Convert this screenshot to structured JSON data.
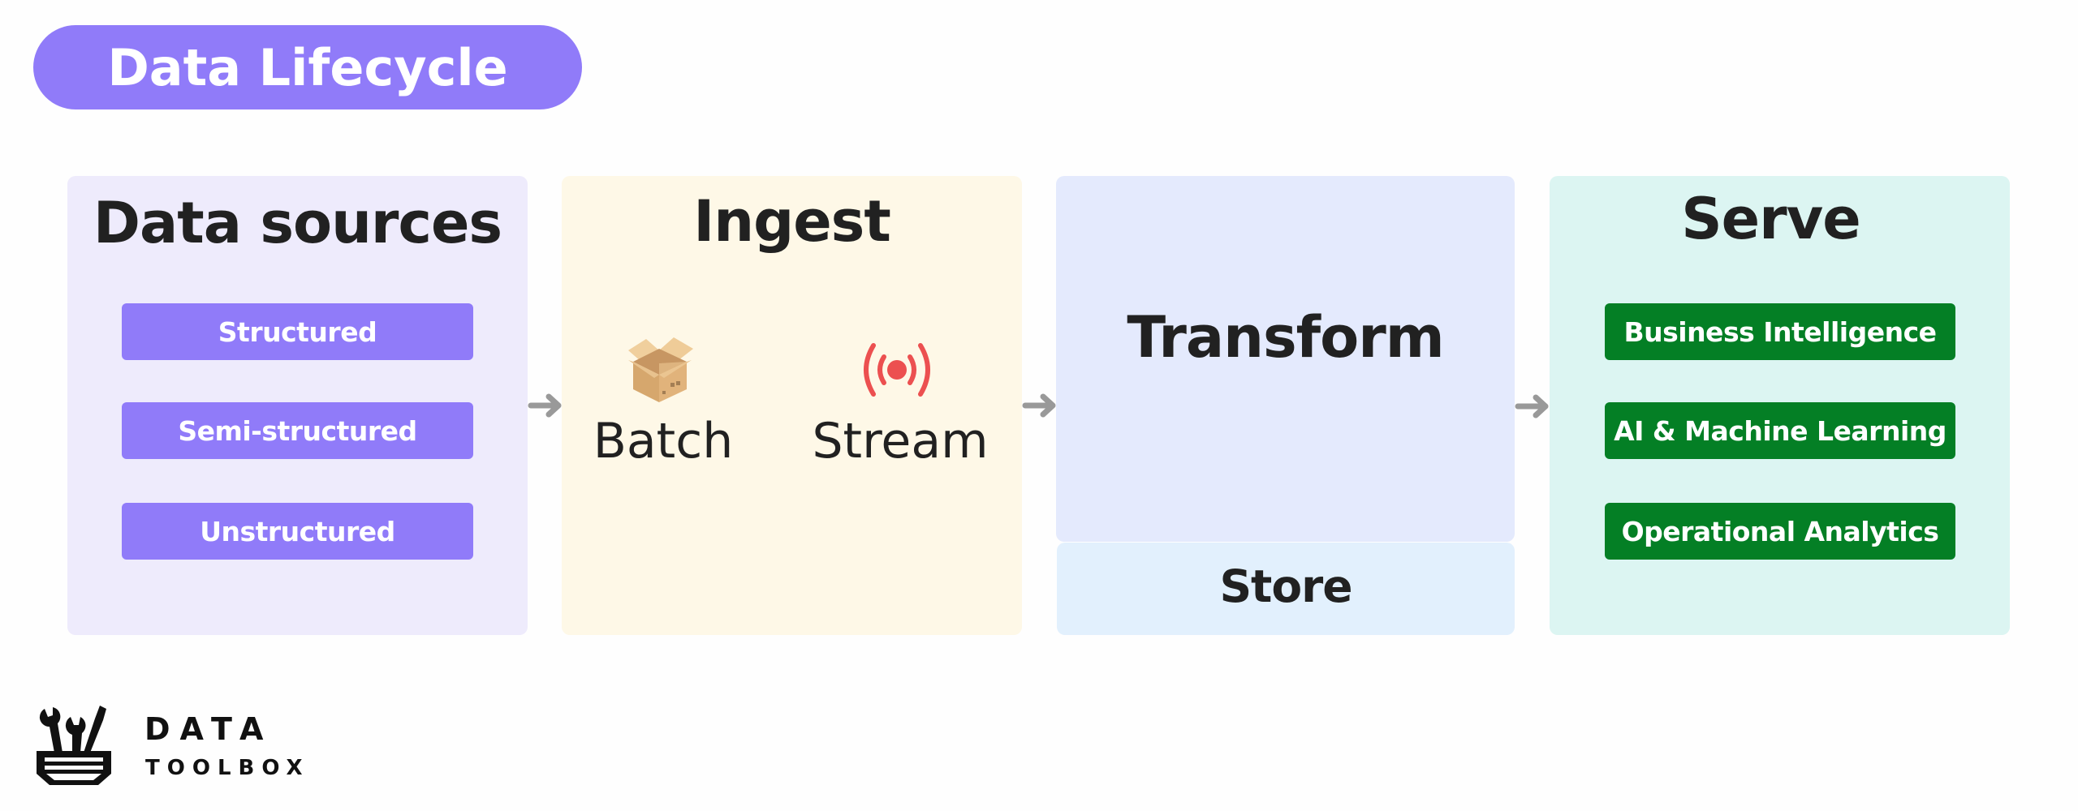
{
  "title": "Data Lifecycle",
  "colors": {
    "accent_purple": "#907bf9",
    "serve_green": "#047f25",
    "stream_red": "#ec5050",
    "arrow_gray": "#999999",
    "sources_bg": "#eeebfc",
    "ingest_bg": "#fef8e7",
    "transform_bg": "#e4eafd",
    "store_bg": "#e2f0fd",
    "serve_bg": "#dcf5f2"
  },
  "stages": {
    "sources": {
      "heading": "Data sources",
      "items": [
        "Structured",
        "Semi-structured",
        "Unstructured"
      ]
    },
    "ingest": {
      "heading": "Ingest",
      "modes": [
        {
          "label": "Batch",
          "icon": "open-box-icon"
        },
        {
          "label": "Stream",
          "icon": "broadcast-icon"
        }
      ]
    },
    "transform": {
      "heading": "Transform"
    },
    "store": {
      "heading": "Store"
    },
    "serve": {
      "heading": "Serve",
      "items": [
        "Business Intelligence",
        "AI & Machine Learning",
        "Operational Analytics"
      ]
    }
  },
  "flow_arrows": [
    "arrow-right-icon",
    "arrow-right-icon",
    "arrow-right-icon"
  ],
  "logo": {
    "line1": "DATA",
    "line2": "TOOLBOX",
    "icon": "toolbox-icon"
  }
}
